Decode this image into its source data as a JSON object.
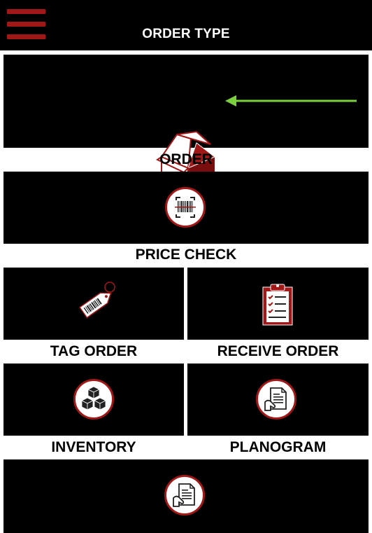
{
  "header": {
    "title": "ORDER TYPE",
    "menu_icon": "hamburger-menu-icon"
  },
  "accent_color": "#a01818",
  "arrow_color": "#7ccf3f",
  "tiles": {
    "order": {
      "label": "ORDER",
      "icon": "open-box-icon"
    },
    "price_check": {
      "label": "PRICE CHECK",
      "icon": "barcode-scan-icon"
    },
    "tag_order": {
      "label": "TAG ORDER",
      "icon": "barcode-tag-icon"
    },
    "receive_order": {
      "label": "RECEIVE ORDER",
      "icon": "clipboard-checklist-icon"
    },
    "inventory": {
      "label": "INVENTORY",
      "icon": "stacked-boxes-icon"
    },
    "planogram": {
      "label": "PLANOGRAM",
      "icon": "document-hand-icon"
    },
    "bottom_tile": {
      "label": "",
      "icon": "document-hand-icon"
    }
  }
}
